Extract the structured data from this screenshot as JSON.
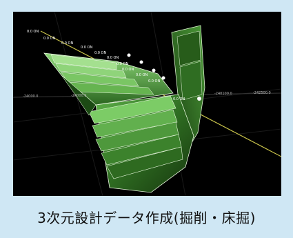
{
  "scene": {
    "axis_labels": [
      "-24000.0",
      "-24000.0",
      "-240100.0",
      "-242500.0"
    ],
    "station_labels": [
      "0.0 ON",
      "0.0 ON",
      "0.0 ON",
      "0.0 ON",
      "0.0 ON",
      "0.0 ON",
      "0.0 ON",
      "0.0 ON",
      "0.0 ON",
      "0.0 ON",
      "0.0 ON"
    ],
    "colors": {
      "background": "#000000",
      "surface_dark": "#1f4a14",
      "surface_mid": "#3d8a2a",
      "surface_light": "#7fd06a",
      "edge": "#e6f6dc",
      "guide_line": "#c8c24a"
    }
  },
  "caption": "3次元設計データ作成(掘削・床掘)"
}
